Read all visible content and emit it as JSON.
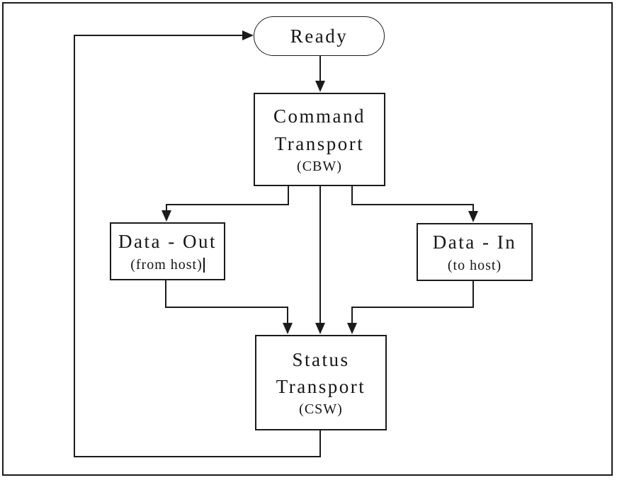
{
  "diagram": {
    "type": "flowchart",
    "nodes": {
      "ready": {
        "label": "Ready",
        "shape": "stadium"
      },
      "command_transport": {
        "line1": "Command",
        "line2": "Transport",
        "line3": "(CBW)",
        "shape": "rect"
      },
      "data_out": {
        "line1": "Data - Out",
        "line2": "(from host)",
        "has_text_cursor": true,
        "shape": "rect"
      },
      "data_in": {
        "line1": "Data - In",
        "line2": "(to host)",
        "shape": "rect"
      },
      "status_transport": {
        "line1": "Status",
        "line2": "Transport",
        "line3": "(CSW)",
        "shape": "rect"
      }
    },
    "edges": [
      {
        "from": "ready",
        "to": "command_transport"
      },
      {
        "from": "command_transport",
        "to": "data_out"
      },
      {
        "from": "command_transport",
        "to": "data_in"
      },
      {
        "from": "command_transport",
        "to": "status_transport"
      },
      {
        "from": "data_out",
        "to": "status_transport"
      },
      {
        "from": "data_in",
        "to": "status_transport"
      },
      {
        "from": "status_transport",
        "to": "ready"
      }
    ],
    "colors": {
      "line": "#1b1b1b",
      "text": "#161616",
      "background": "#ffffff"
    }
  }
}
